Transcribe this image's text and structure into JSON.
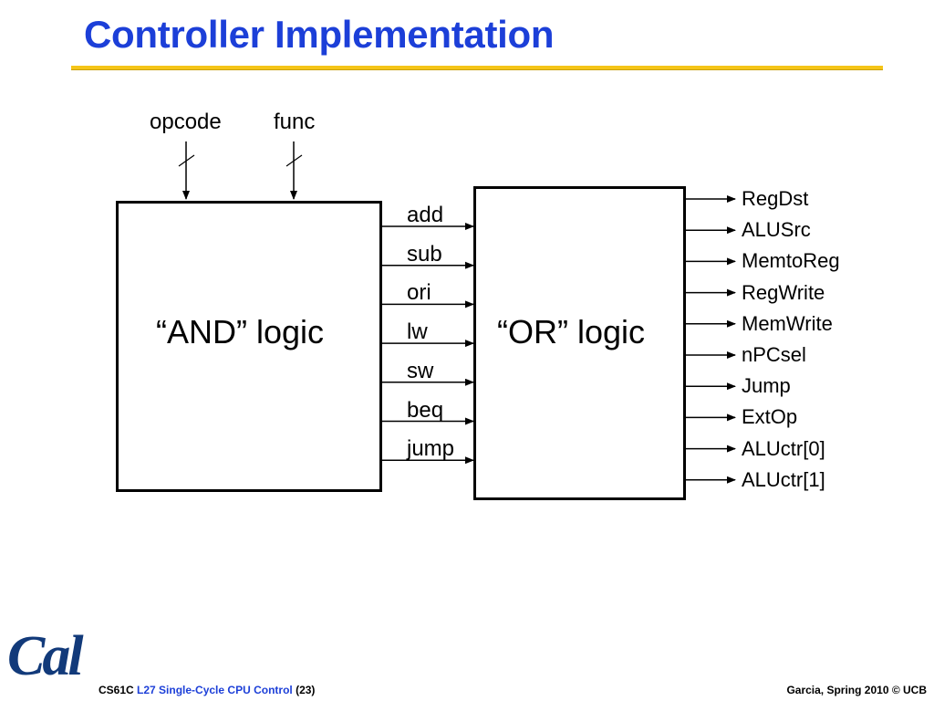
{
  "title": "Controller Implementation",
  "inputs": {
    "opcode": "opcode",
    "func": "func"
  },
  "and_block": {
    "label": "“AND” logic"
  },
  "or_block": {
    "label": "“OR” logic"
  },
  "decoded_signals": [
    "add",
    "sub",
    "ori",
    "lw",
    "sw",
    "beq",
    "jump"
  ],
  "control_outputs": [
    "RegDst",
    "ALUSrc",
    "MemtoReg",
    "RegWrite",
    "MemWrite",
    "nPCsel",
    "Jump",
    "ExtOp",
    "ALUctr[0]",
    "ALUctr[1]"
  ],
  "footer": {
    "logo": "Cal",
    "course": "CS61C",
    "lecture": "L27 Single-Cycle CPU Control",
    "page": "(23)",
    "credit": "Garcia, Spring 2010 © UCB"
  },
  "colors": {
    "title": "#1c3fd8",
    "rule": "#f5c518",
    "logo": "#123a7a"
  }
}
